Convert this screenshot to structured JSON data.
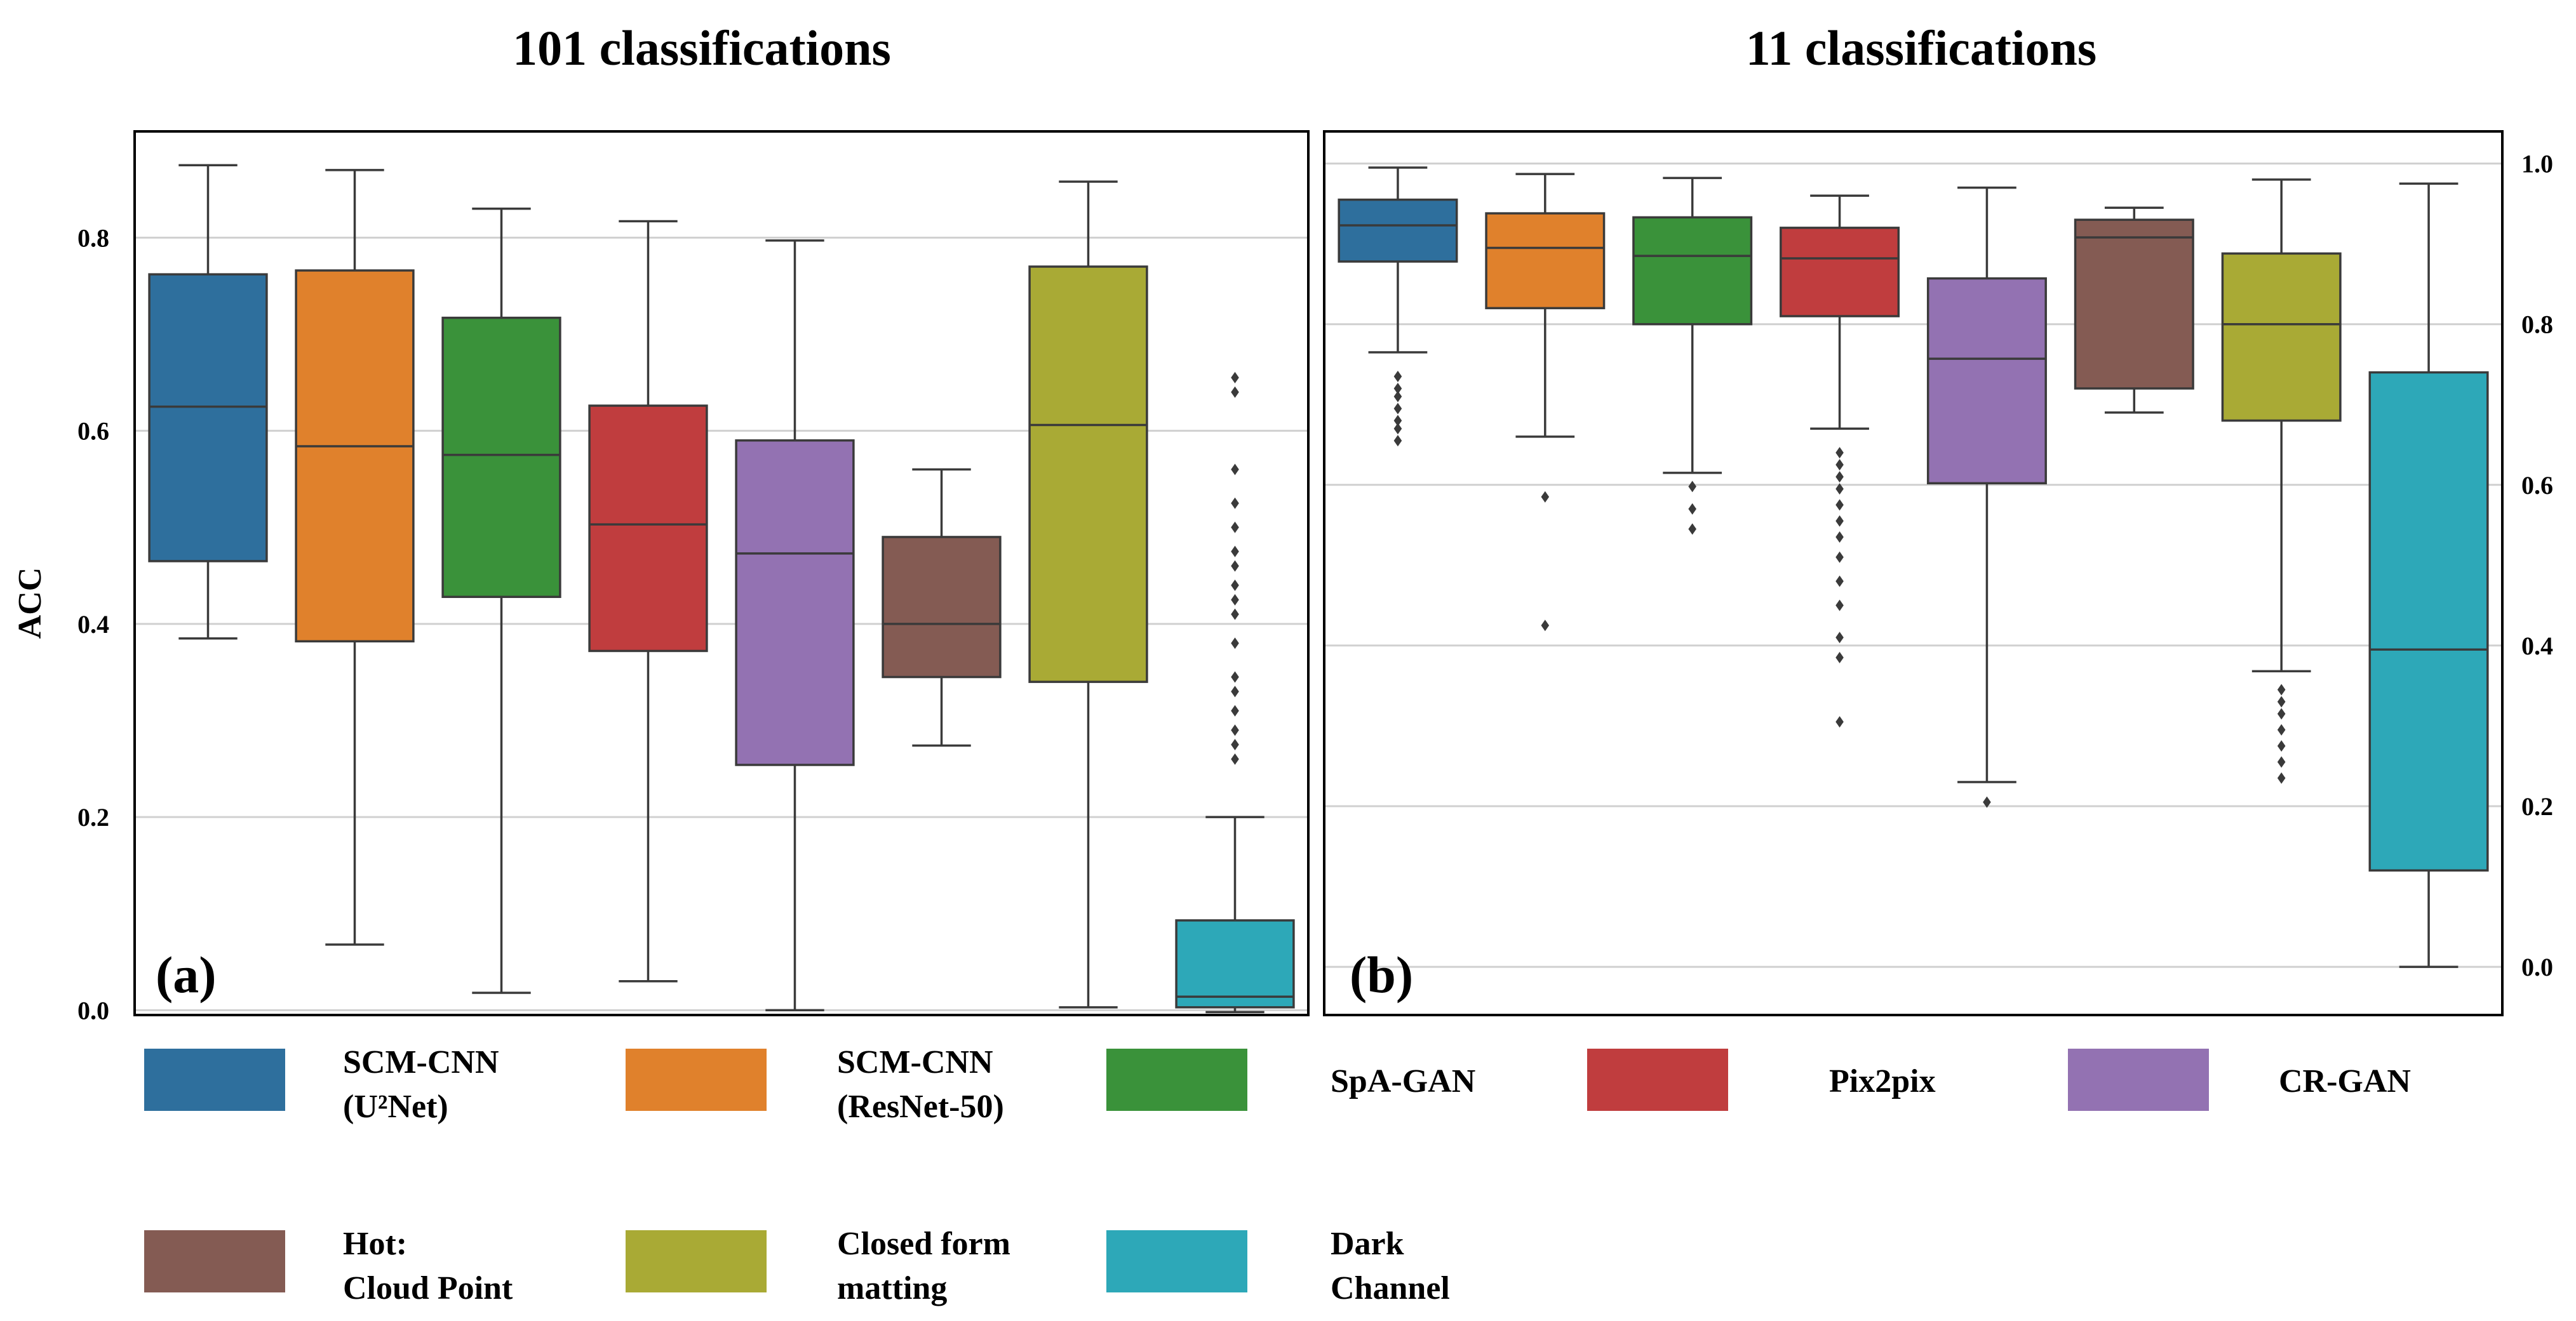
{
  "chart_data": [
    {
      "type": "box",
      "title": "101 classifications",
      "ylabel": "ACC",
      "panel_label": "(a)",
      "ylim": [
        -0.005,
        0.91
      ],
      "yticks": [
        0.0,
        0.2,
        0.4,
        0.6,
        0.8
      ],
      "ytick_labels": [
        "0.0",
        "0.2",
        "0.4",
        "0.6",
        "0.8"
      ],
      "ytick_side": "left",
      "grid": true,
      "series": [
        {
          "name": "SCM-CNN (U²Net)",
          "color": "#2e6f9d",
          "whislo": 0.385,
          "q1": 0.465,
          "med": 0.625,
          "q3": 0.762,
          "whishi": 0.875,
          "fliers": []
        },
        {
          "name": "SCM-CNN (ResNet-50)",
          "color": "#e0812c",
          "whislo": 0.068,
          "q1": 0.382,
          "med": 0.584,
          "q3": 0.766,
          "whishi": 0.87,
          "fliers": []
        },
        {
          "name": "SpA-GAN",
          "color": "#3a923a",
          "whislo": 0.018,
          "q1": 0.428,
          "med": 0.575,
          "q3": 0.717,
          "whishi": 0.83,
          "fliers": []
        },
        {
          "name": "Pix2pix",
          "color": "#c03d3e",
          "whislo": 0.03,
          "q1": 0.372,
          "med": 0.503,
          "q3": 0.626,
          "whishi": 0.817,
          "fliers": []
        },
        {
          "name": "CR-GAN",
          "color": "#9372b2",
          "whislo": 0.0,
          "q1": 0.254,
          "med": 0.473,
          "q3": 0.59,
          "whishi": 0.797,
          "fliers": []
        },
        {
          "name": "Hot: Cloud Point",
          "color": "#845b53",
          "whislo": 0.274,
          "q1": 0.345,
          "med": 0.4,
          "q3": 0.49,
          "whishi": 0.56,
          "fliers": []
        },
        {
          "name": "Closed form matting",
          "color": "#a9aa35",
          "whislo": 0.003,
          "q1": 0.34,
          "med": 0.606,
          "q3": 0.77,
          "whishi": 0.858,
          "fliers": []
        },
        {
          "name": "Dark Channel",
          "color": "#2da8b8",
          "whislo": -0.002,
          "q1": 0.003,
          "med": 0.014,
          "q3": 0.093,
          "whishi": 0.2,
          "fliers": [
            0.26,
            0.275,
            0.29,
            0.31,
            0.33,
            0.345,
            0.38,
            0.41,
            0.425,
            0.44,
            0.46,
            0.475,
            0.5,
            0.525,
            0.56,
            0.64,
            0.655
          ]
        }
      ]
    },
    {
      "type": "box",
      "title": "11 classifications",
      "ylabel": "",
      "panel_label": "(b)",
      "ylim": [
        -0.06,
        1.04
      ],
      "yticks": [
        0.0,
        0.2,
        0.4,
        0.6,
        0.8,
        1.0
      ],
      "ytick_labels": [
        "0.0",
        "0.2",
        "0.4",
        "0.6",
        "0.8",
        "1.0"
      ],
      "ytick_side": "right",
      "grid": true,
      "series": [
        {
          "name": "SCM-CNN (U²Net)",
          "color": "#2e6f9d",
          "whislo": 0.765,
          "q1": 0.878,
          "med": 0.923,
          "q3": 0.955,
          "whishi": 0.995,
          "fliers": [
            0.655,
            0.67,
            0.68,
            0.695,
            0.71,
            0.72,
            0.735
          ]
        },
        {
          "name": "SCM-CNN (ResNet-50)",
          "color": "#e0812c",
          "whislo": 0.66,
          "q1": 0.82,
          "med": 0.895,
          "q3": 0.938,
          "whishi": 0.987,
          "fliers": [
            0.585,
            0.425
          ]
        },
        {
          "name": "SpA-GAN",
          "color": "#3a923a",
          "whislo": 0.615,
          "q1": 0.8,
          "med": 0.885,
          "q3": 0.933,
          "whishi": 0.982,
          "fliers": [
            0.598,
            0.57,
            0.545
          ]
        },
        {
          "name": "Pix2pix",
          "color": "#c03d3e",
          "whislo": 0.67,
          "q1": 0.81,
          "med": 0.882,
          "q3": 0.92,
          "whishi": 0.96,
          "fliers": [
            0.64,
            0.625,
            0.61,
            0.595,
            0.575,
            0.555,
            0.535,
            0.51,
            0.48,
            0.45,
            0.41,
            0.385,
            0.305
          ]
        },
        {
          "name": "CR-GAN",
          "color": "#9372b2",
          "whislo": 0.23,
          "q1": 0.602,
          "med": 0.757,
          "q3": 0.857,
          "whishi": 0.97,
          "fliers": [
            0.205
          ]
        },
        {
          "name": "Hot: Cloud Point",
          "color": "#845b53",
          "whislo": 0.69,
          "q1": 0.72,
          "med": 0.908,
          "q3": 0.93,
          "whishi": 0.945,
          "fliers": []
        },
        {
          "name": "Closed form matting",
          "color": "#a9aa35",
          "whislo": 0.368,
          "q1": 0.68,
          "med": 0.8,
          "q3": 0.888,
          "whishi": 0.98,
          "fliers": [
            0.345,
            0.33,
            0.315,
            0.295,
            0.275,
            0.255,
            0.235
          ]
        },
        {
          "name": "Dark Channel",
          "color": "#2da8b8",
          "whislo": 0.0,
          "q1": 0.12,
          "med": 0.395,
          "q3": 0.74,
          "whishi": 0.975,
          "fliers": []
        }
      ]
    }
  ],
  "legend": {
    "items": [
      {
        "line1": "SCM-CNN",
        "line2": "(U²Net)",
        "color": "#2e6f9d"
      },
      {
        "line1": "SCM-CNN",
        "line2": "(ResNet-50)",
        "color": "#e0812c"
      },
      {
        "line1": "SpA-GAN",
        "line2": "",
        "color": "#3a923a"
      },
      {
        "line1": "Pix2pix",
        "line2": "",
        "color": "#c03d3e"
      },
      {
        "line1": "CR-GAN",
        "line2": "",
        "color": "#9372b2"
      },
      {
        "line1": "Hot:",
        "line2": "Cloud Point",
        "color": "#845b53"
      },
      {
        "line1": "Closed form",
        "line2": "matting",
        "color": "#a9aa35"
      },
      {
        "line1": "Dark",
        "line2": "Channel",
        "color": "#2da8b8"
      }
    ]
  }
}
